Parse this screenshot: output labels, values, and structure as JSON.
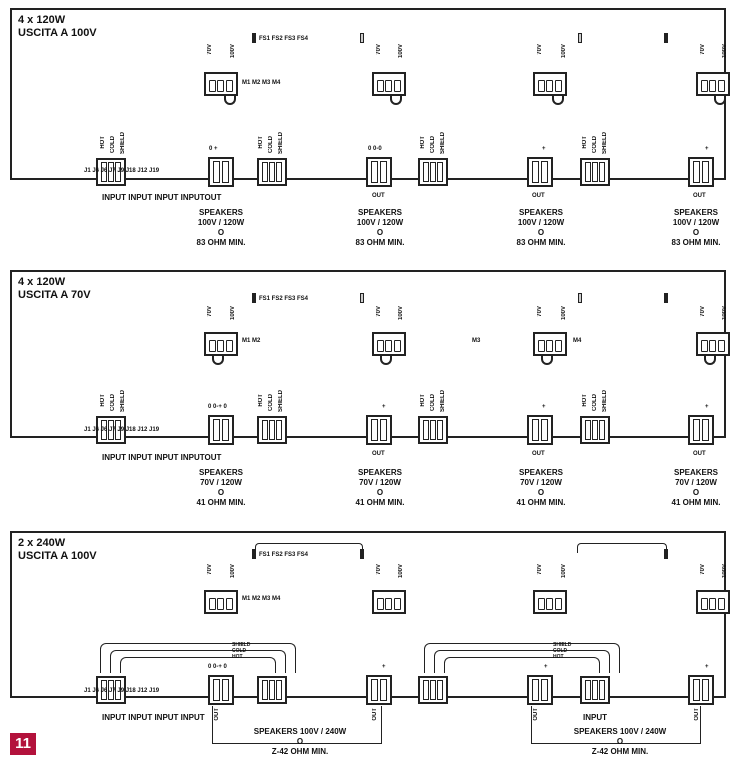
{
  "panels": [
    {
      "title": "4 x 120W\nUSCITA A 100V",
      "fs_label": "FS1 FS2 FS3 FS4",
      "m_label_1": "M1 M2 M3 M4",
      "m_label_2": "",
      "m_label_3": "",
      "jack_label": "J1 J6 J6 J7 J9 J18 J12 J19",
      "input_row": "INPUT INPUT INPUT INPUTOUT",
      "out_top_1": "0 +",
      "out_top_2": "0 0-0",
      "speakers": [
        "SPEAKERS\n100V / 120W\nO\n83 OHM MIN.",
        "SPEAKERS\n100V / 120W\nO\n83 OHM MIN.",
        "SPEAKERS\n100V / 120W\nO\n83 OHM MIN.",
        "SPEAKERS\n100V / 120W\nO\n83 OHM MIN."
      ]
    },
    {
      "title": "4 x 120W\nUSCITA A 70V",
      "fs_label": "FS1 FS2 FS3 FS4",
      "m_label_1": "M1 M2",
      "m_label_2": "M3",
      "m_label_3": "M4",
      "jack_label": "J1 J6 J6 J7 J9 J18 J12 J19",
      "input_row": "INPUT INPUT INPUT INPUTOUT",
      "out_top_1": "0 0-+ 0",
      "out_top_2": "",
      "speakers": [
        "SPEAKERS\n70V / 120W\nO\n41 OHM MIN.",
        "SPEAKERS\n70V / 120W\nO\n41 OHM MIN.",
        "SPEAKERS\n70V / 120W\nO\n41 OHM MIN.",
        "SPEAKERS\n70V / 120W\nO\n41 OHM MIN."
      ]
    },
    {
      "title": "2 x 240W\nUSCITA A 100V",
      "fs_label": "FS1 FS2 FS3 FS4",
      "m_label_1": "M1 M2 M3 M4",
      "jack_label": "J1 J6 J6 J7 J9 J18 J12 J19",
      "input_row": "INPUT INPUT INPUT INPUT",
      "out_top_1": "0 0-+ 0",
      "bridge_label": "SHIELD\nCOLD\nHOT",
      "input_single": "INPUT",
      "speakers": [
        "SPEAKERS 100V / 240W\nO\nZ-42 OHM MIN.",
        "SPEAKERS 100V / 240W\nO\nZ-42 OHM MIN."
      ]
    }
  ],
  "labels": {
    "v70": "70V",
    "v100": "100V",
    "hot": "HOT",
    "cold": "COLD",
    "shield": "SHIELD",
    "out": "OUT",
    "plus": "+"
  },
  "page_number": "11"
}
